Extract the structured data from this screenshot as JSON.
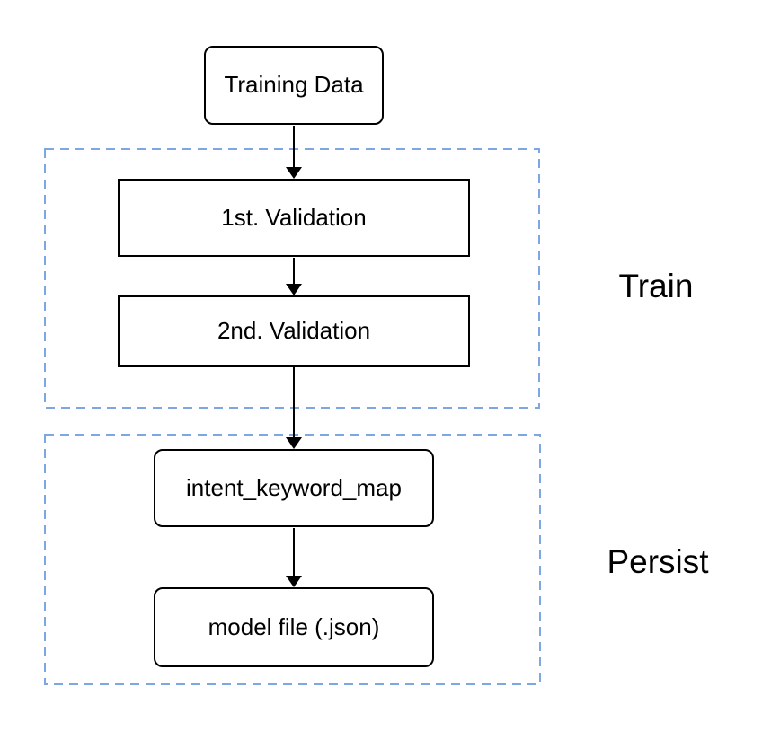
{
  "diagram": {
    "nodes": [
      {
        "id": "training-data",
        "label": "Training Data",
        "shape": "rounded"
      },
      {
        "id": "first-validation",
        "label": "1st. Validation",
        "shape": "rectangle"
      },
      {
        "id": "second-validation",
        "label": "2nd. Validation",
        "shape": "rectangle"
      },
      {
        "id": "intent-keyword-map",
        "label": "intent_keyword_map",
        "shape": "rounded"
      },
      {
        "id": "model-file",
        "label": "model file (.json)",
        "shape": "rounded"
      }
    ],
    "groups": [
      {
        "id": "train",
        "label": "Train",
        "style": "dashed"
      },
      {
        "id": "persist",
        "label": "Persist",
        "style": "dashed"
      }
    ],
    "edges": [
      {
        "from": "Training Data",
        "to": "1st. Validation"
      },
      {
        "from": "1st. Validation",
        "to": "2nd. Validation"
      },
      {
        "from": "2nd. Validation",
        "to": "intent_keyword_map"
      },
      {
        "from": "intent_keyword_map",
        "to": "model file (.json)"
      }
    ],
    "colors": {
      "node_border": "#000000",
      "node_fill": "#FFFFFF",
      "group_border": "#7EA6E0",
      "arrow": "#000000",
      "text": "#000000",
      "background": "#FFFFFF"
    }
  }
}
